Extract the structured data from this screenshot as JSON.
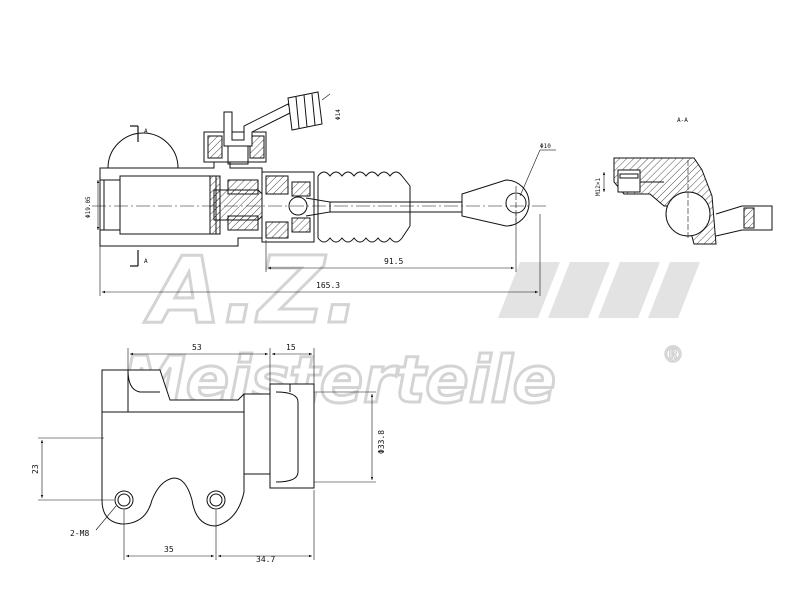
{
  "watermark": {
    "brand_top": "A.Z.",
    "brand_bottom": "Meisterteile",
    "registered": "®"
  },
  "section": {
    "label": "A-A",
    "cut_mark_top": "A",
    "cut_mark_bottom": "A",
    "thread": "M12×1"
  },
  "top_view": {
    "bore_dia": "Φ19.05",
    "fitting_dia": "Φ14",
    "eye_dia": "Φ10",
    "length_rod": "91.5",
    "length_total": "165.3"
  },
  "bottom_view": {
    "width_flange": "53",
    "width_port": "15",
    "port_dia": "Φ33.8",
    "height_holes": "23",
    "holes": "2-M8",
    "spacing_holes": "35",
    "offset_end": "34.7"
  }
}
